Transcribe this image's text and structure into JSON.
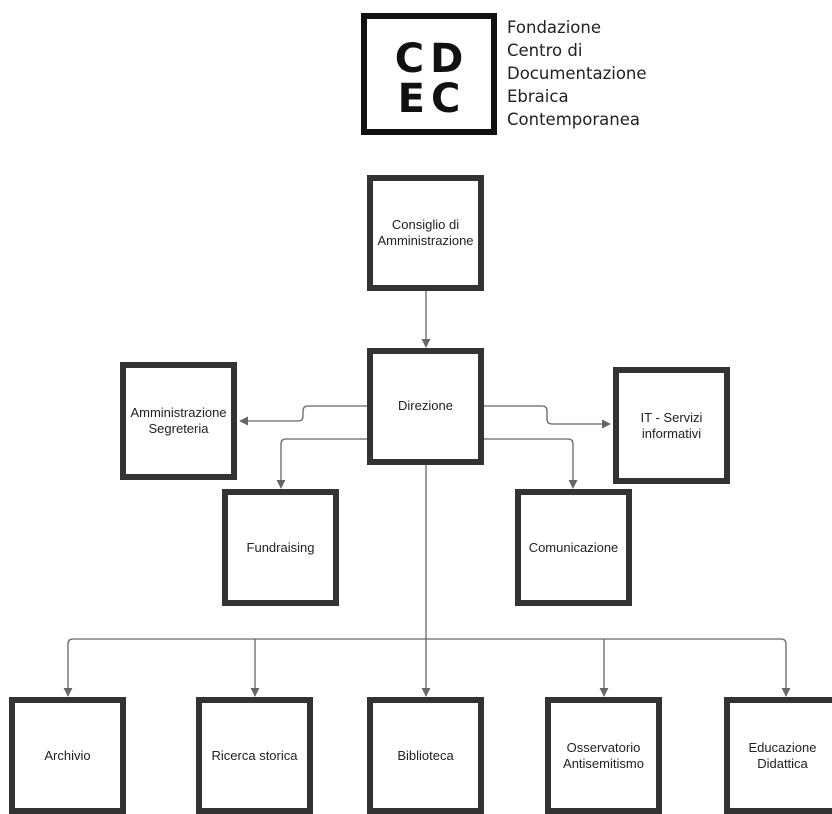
{
  "logo": {
    "line1": "CD",
    "line2": "EC",
    "org_name": [
      "Fondazione",
      "Centro di",
      "Documentazione",
      "Ebraica",
      "Contemporanea"
    ]
  },
  "nodes": {
    "consiglio": "Consiglio di\nAmministrazione",
    "direzione": "Direzione",
    "amministrazione": "Amministrazione\nSegreteria",
    "it": "IT - Servizi\ninformativi",
    "fundraising": "Fundraising",
    "comunicazione": "Comunicazione",
    "archivio": "Archivio",
    "ricerca": "Ricerca storica",
    "biblioteca": "Biblioteca",
    "osservatorio": "Osservatorio\nAntisemitismo",
    "educazione": "Educazione\nDidattica"
  },
  "colors": {
    "box_border": "#333333",
    "connector": "#666666",
    "logo": "#111111"
  }
}
